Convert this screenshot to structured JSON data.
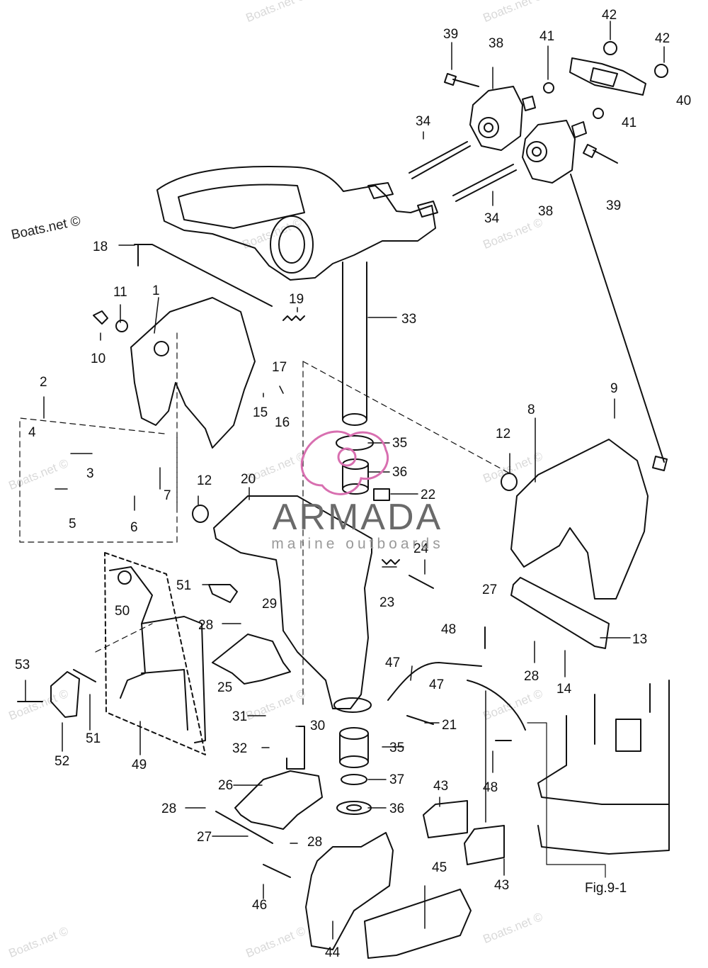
{
  "watermark": "Boats.net ©",
  "credit": "Boats.net ©",
  "brand": {
    "name": "ARMADA",
    "tagline": "marine outboards",
    "accent": "#d86fb0"
  },
  "figure_label": "Fig.9-1",
  "callouts": [
    "1",
    "2",
    "3",
    "4",
    "5",
    "6",
    "7",
    "8",
    "9",
    "10",
    "11",
    "12",
    "12",
    "13",
    "14",
    "15",
    "16",
    "17",
    "18",
    "19",
    "20",
    "21",
    "22",
    "23",
    "24",
    "25",
    "26",
    "27",
    "27",
    "28",
    "28",
    "28",
    "28",
    "29",
    "30",
    "31",
    "32",
    "33",
    "34",
    "34",
    "35",
    "35",
    "36",
    "36",
    "37",
    "38",
    "38",
    "39",
    "39",
    "40",
    "41",
    "41",
    "42",
    "42",
    "43",
    "43",
    "44",
    "45",
    "46",
    "47",
    "47",
    "48",
    "48",
    "49",
    "50",
    "51",
    "51",
    "52",
    "53"
  ]
}
